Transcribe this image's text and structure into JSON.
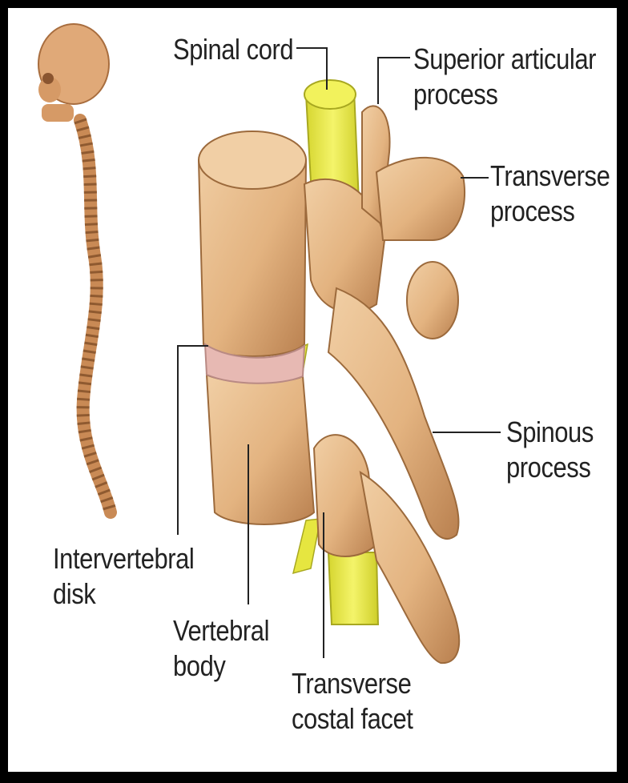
{
  "colors": {
    "bone": "#e3b380",
    "bone_shadow": "#b9804f",
    "bone_highlight": "#f1cfa5",
    "spinal_cord": "#e9e94a",
    "disk": "#e7b9b3",
    "frame": "#000000",
    "leader": "#222222"
  },
  "labels": {
    "spinal_cord": "Spinal cord",
    "superior_articular": [
      "Superior articular",
      "process"
    ],
    "transverse_process": [
      "Transverse",
      "process"
    ],
    "spinous_process": [
      "Spinous",
      "process"
    ],
    "intervertebral_disk": [
      "Intervertebral",
      "disk"
    ],
    "vertebral_body": [
      "Vertebral",
      "body"
    ],
    "transverse_costal_facet": [
      "Transverse",
      "costal facet"
    ]
  },
  "icons": {
    "skeleton": "spine-with-skull-icon"
  }
}
